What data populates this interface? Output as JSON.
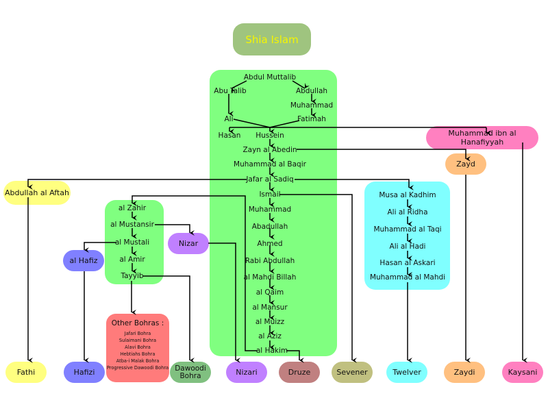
{
  "title": "Shia Islam",
  "colors": {
    "title_bg": "#9fc47f",
    "title_text": "#f5f500",
    "main_green": "#80ff80",
    "cyan": "#80ffff",
    "yellow": "#ffff80",
    "purple": "#c080ff",
    "blue": "#8080ff",
    "pink": "#ff80c0",
    "orange": "#ffc080",
    "red": "#ff7b7b",
    "dark_green": "#80c080",
    "brown": "#c08080",
    "olive": "#c0c080"
  },
  "main_lineage": {
    "abdul_muttalib": "Abdul Muttalib",
    "abu_talib": "Abu Talib",
    "abdullah": "Abdullah",
    "muhammad": "Muhammad",
    "ali": "Ali",
    "fatimah": "Fatimah",
    "hasan": "Hasan",
    "hussein": "Hussein",
    "zayn": "Zayn al Abedin",
    "baqir": "Muhammad al Baqir",
    "jafar": "Jafar al Sadiq",
    "ismail": "Ismail",
    "muhammad2": "Muhammad",
    "abadullah": "Abadullah",
    "ahmed": "Ahmed",
    "rabi": "Rabi Abdullah",
    "mahdi_billah": "al Mahdi Billah",
    "qaim": "al Qaim",
    "mansur": "al Mansur",
    "muizz": "al Muizz",
    "aziz": "al Aziz",
    "hakim": "al Hakim"
  },
  "fatimid_box": {
    "zahir": "al Zahir",
    "mustansir": "al Mustansir",
    "mustali": "al Mustali",
    "amir": "al Amir",
    "tayyib": "Tayyib"
  },
  "twelver_box": [
    "Musa al Kadhim",
    "Ali al Ridha",
    "Muhammad al Taqi",
    "Ali al Hadi",
    "Hasan al Askari",
    "Muhammad al Mahdi"
  ],
  "side_nodes": {
    "hanafiyyah": "Muhammad ibn al Hanafiyyah",
    "zayd": "Zayd",
    "aftah": "Abdullah al Aftah",
    "nizar": "Nizar",
    "hafiz": "al Hafiz"
  },
  "other_bohras": {
    "heading": "Other Bohras :",
    "items": [
      "Jafari Bohra",
      "Sulaimani Bohra",
      "Alavi Bohra",
      "Hebtiahs Bohra",
      "Atba-i Malak Bohra",
      "Progressive Dawoodi Bohra"
    ]
  },
  "sects": {
    "fathi": "Fathi",
    "hafizi": "Hafizi",
    "dawoodi": "Dawoodi Bohra",
    "nizari": "Nizari",
    "druze": "Druze",
    "sevener": "Sevener",
    "twelver": "Twelver",
    "zaydi": "Zaydi",
    "kaysani": "Kaysani"
  }
}
